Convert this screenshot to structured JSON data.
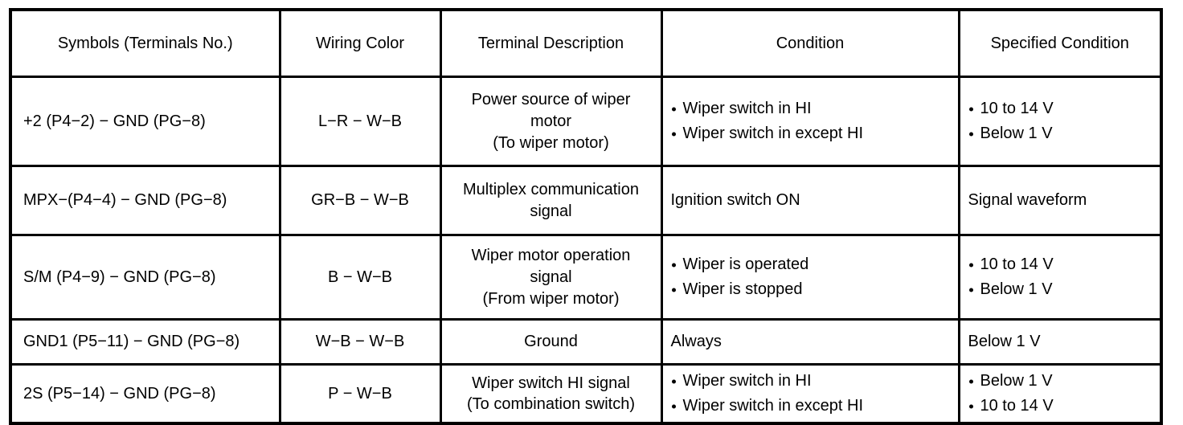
{
  "table": {
    "headers": [
      "Symbols (Terminals No.)",
      "Wiring Color",
      "Terminal Description",
      "Condition",
      "Specified Condition"
    ],
    "rows": [
      {
        "symbols": "+2 (P4−2) − GND (PG−8)",
        "wiring_color": "L−R − W−B",
        "description_lines": [
          "Power source of wiper",
          "motor",
          "(To wiper motor)"
        ],
        "condition_items": [
          "Wiper switch in HI",
          "Wiper switch in except HI"
        ],
        "specified_items": [
          "10 to 14 V",
          "Below 1 V"
        ]
      },
      {
        "symbols": "MPX−(P4−4) − GND (PG−8)",
        "wiring_color": "GR−B − W−B",
        "description_lines": [
          "Multiplex communication",
          "signal"
        ],
        "condition_items": [
          "Ignition switch ON"
        ],
        "condition_plain": true,
        "specified_items": [
          "Signal waveform"
        ],
        "specified_plain": true
      },
      {
        "symbols": "S/M (P4−9) − GND (PG−8)",
        "wiring_color": "B − W−B",
        "description_lines": [
          "Wiper motor operation",
          "signal",
          "(From wiper motor)"
        ],
        "condition_items": [
          "Wiper is operated",
          "Wiper is stopped"
        ],
        "specified_items": [
          "10 to 14 V",
          "Below 1 V"
        ]
      },
      {
        "symbols": "GND1 (P5−11) − GND (PG−8)",
        "wiring_color": "W−B − W−B",
        "description_lines": [
          "Ground"
        ],
        "condition_items": [
          "Always"
        ],
        "condition_plain": true,
        "specified_items": [
          "Below 1 V"
        ],
        "specified_plain": true
      },
      {
        "symbols": "2S (P5−14) − GND (PG−8)",
        "wiring_color": "P − W−B",
        "description_lines": [
          "Wiper switch HI signal",
          "(To combination switch)"
        ],
        "condition_items": [
          "Wiper switch in HI",
          "Wiper switch in except HI"
        ],
        "specified_items": [
          "Below 1 V",
          "10 to 14 V"
        ]
      }
    ]
  },
  "colors": {
    "border": "#000000",
    "text": "#000000",
    "background": "#ffffff"
  }
}
